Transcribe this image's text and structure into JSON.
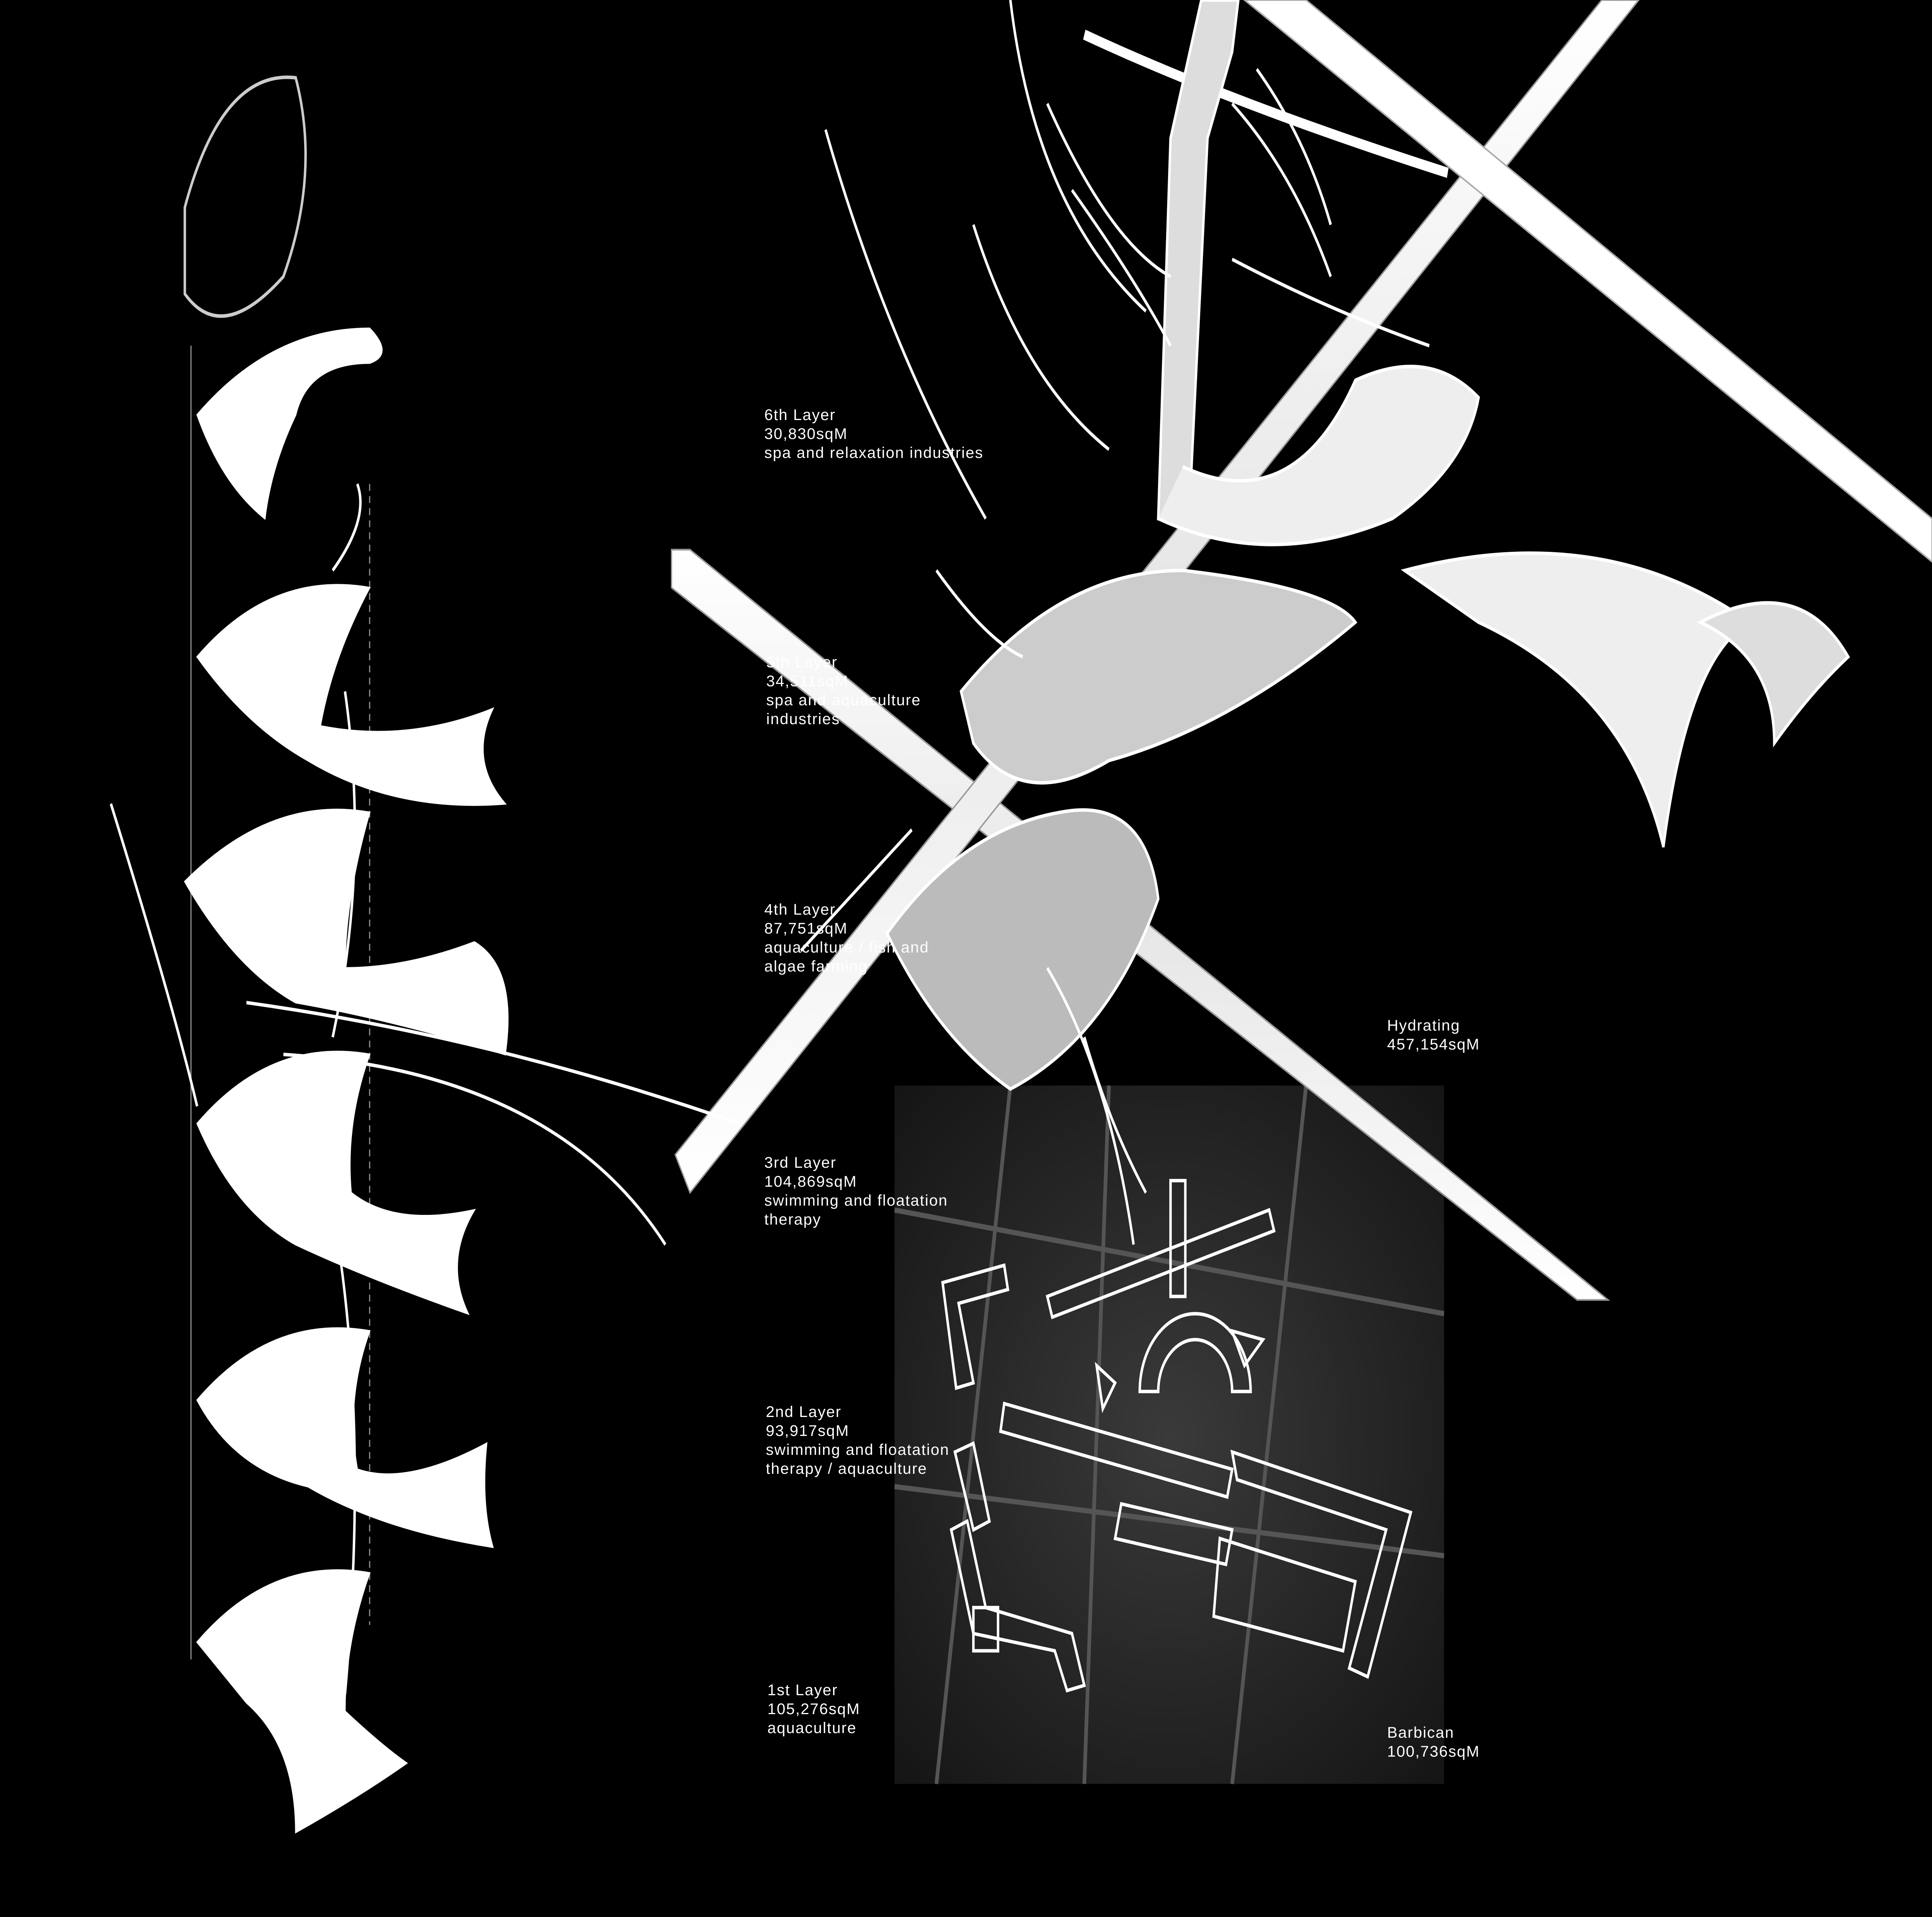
{
  "layers": [
    {
      "title": "6th Layer",
      "area": "30,830sqM",
      "use": [
        "spa and relaxation industries"
      ]
    },
    {
      "title": "5th Layer",
      "area": "34,511sqM",
      "use": [
        "spa and aquaculture",
        "industries"
      ]
    },
    {
      "title": "4th Layer",
      "area": "87,751sqM",
      "use": [
        "aquaculture / fish and",
        "algae farming"
      ]
    },
    {
      "title": "3rd Layer",
      "area": "104,869sqM",
      "use": [
        "swimming and floatation",
        "therapy"
      ]
    },
    {
      "title": "2nd Layer",
      "area": "93,917sqM",
      "use": [
        "swimming and floatation",
        "therapy / aquaculture"
      ]
    },
    {
      "title": "1st Layer",
      "area": "105,276sqM",
      "use": [
        "aquaculture"
      ]
    }
  ],
  "hydrating": {
    "title": "Hydrating",
    "area": "457,154sqM"
  },
  "barbican": {
    "title": "Barbican",
    "area": "100,736sqM"
  },
  "colors": {
    "background": "#000000",
    "structure": "#ffffff",
    "map": "#2a2a2a"
  }
}
